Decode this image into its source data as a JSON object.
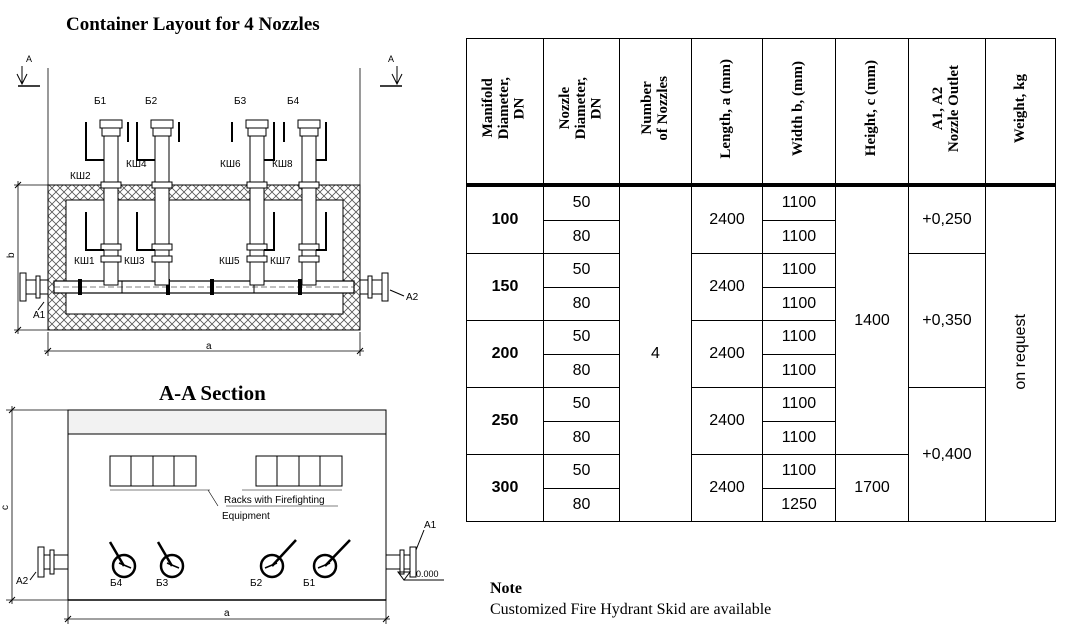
{
  "plan_title": "Container Layout for 4 Nozzles",
  "section_title": "A-A Section",
  "plan_labels": {
    "section_mark": "A",
    "nozzles": [
      "Б1",
      "Б2",
      "Б3",
      "Б4"
    ],
    "valves_upper": [
      "КШ2",
      "КШ4",
      "КШ6",
      "КШ8"
    ],
    "valves_lower": [
      "КШ1",
      "КШ3",
      "КШ5",
      "КШ7"
    ],
    "inlet": "A1",
    "outlet": "A2",
    "dim_length": "a",
    "dim_width": "b"
  },
  "section_labels": {
    "racks_line1": "Racks with Firefighting",
    "racks_line2": "Equipment",
    "nozzles": [
      "Б4",
      "Б3",
      "Б2",
      "Б1"
    ],
    "left_outlet": "A2",
    "right_inlet": "A1",
    "level": "0.000",
    "dim_height": "c",
    "dim_length": "a"
  },
  "table": {
    "headers": [
      "Manifold\nDiameter,\nDN",
      "Nozzle\nDiameter,\nDN",
      "Number\nof Nozzles",
      "Length, a (mm)",
      "Width b, (mm)",
      "Height, c (mm)",
      "A1, A2\nNozzle Outlet",
      "Weight, kg"
    ],
    "groups": [
      {
        "manifold": "100",
        "length": "2400",
        "rows": [
          {
            "nozzle": "50",
            "width": "1100"
          },
          {
            "nozzle": "80",
            "width": "1100"
          }
        ]
      },
      {
        "manifold": "150",
        "length": "2400",
        "rows": [
          {
            "nozzle": "50",
            "width": "1100"
          },
          {
            "nozzle": "80",
            "width": "1100"
          }
        ]
      },
      {
        "manifold": "200",
        "length": "2400",
        "rows": [
          {
            "nozzle": "50",
            "width": "1100"
          },
          {
            "nozzle": "80",
            "width": "1100"
          }
        ]
      },
      {
        "manifold": "250",
        "length": "2400",
        "rows": [
          {
            "nozzle": "50",
            "width": "1100"
          },
          {
            "nozzle": "80",
            "width": "1100"
          }
        ]
      },
      {
        "manifold": "300",
        "length": "2400",
        "rows": [
          {
            "nozzle": "50",
            "width": "1100"
          },
          {
            "nozzle": "80",
            "width": "1250"
          }
        ]
      }
    ],
    "number_of_nozzles": "4",
    "height_main": "1400",
    "height_last": "1700",
    "outlet_values": [
      "+0,250",
      "+0,350",
      "+0,400"
    ],
    "weight": "on request"
  },
  "note": {
    "title": "Note",
    "text": "Customized Fire Hydrant Skid are available"
  }
}
